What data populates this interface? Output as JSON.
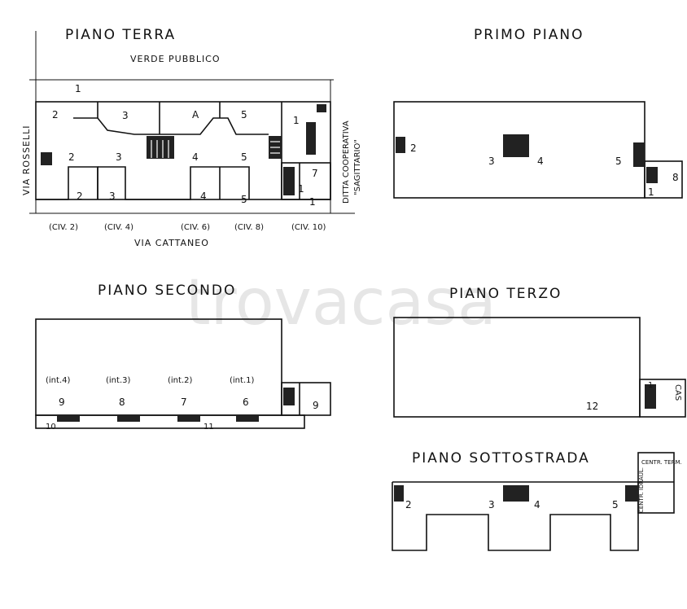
{
  "watermark": "trovacasa",
  "piano_terra": {
    "title": "PIANO TERRA",
    "top_label": "VERDE PUBBLICO",
    "left_label": "VIA ROSSELLI",
    "right_label_1": "DITTA COOPERATIVA",
    "right_label_2": "\"SAGITTARIO\"",
    "bottom_label": "VIA CATTANEO",
    "civ": [
      "(CIV. 2)",
      "(CIV. 4)",
      "(CIV. 6)",
      "(CIV. 8)",
      "(CIV. 10)"
    ],
    "units_top": [
      "2",
      "3",
      "A",
      "5"
    ],
    "units_mid": [
      "2",
      "3",
      "4",
      "5"
    ],
    "units_bottom": [
      "2",
      "3",
      "4",
      "5"
    ],
    "unit_1_top": "1",
    "unit_1_right": "1",
    "unit_1_small": "1",
    "unit_1_corner": "1",
    "unit_7": "7"
  },
  "primo_piano": {
    "title": "PRIMO PIANO",
    "units": [
      "2",
      "3",
      "4",
      "5",
      "1",
      "8"
    ]
  },
  "piano_secondo": {
    "title": "PIANO SECONDO",
    "ints": [
      "(int.4)",
      "(int.3)",
      "(int.2)",
      "(int.1)"
    ],
    "units": [
      "9",
      "8",
      "7",
      "6"
    ],
    "unit_9_right": "9",
    "unit_10": "10",
    "unit_11": "11"
  },
  "piano_terzo": {
    "title": "PIANO TERZO",
    "unit_12": "12",
    "unit_1": "1",
    "cas_label": "CAS"
  },
  "piano_sottostrada": {
    "title": "PIANO SOTTOSTRADA",
    "units": [
      "2",
      "3",
      "4",
      "5"
    ],
    "centr_term": "CENTR. TERM.",
    "centr_idraul": "CENTR. IDRAUL."
  }
}
